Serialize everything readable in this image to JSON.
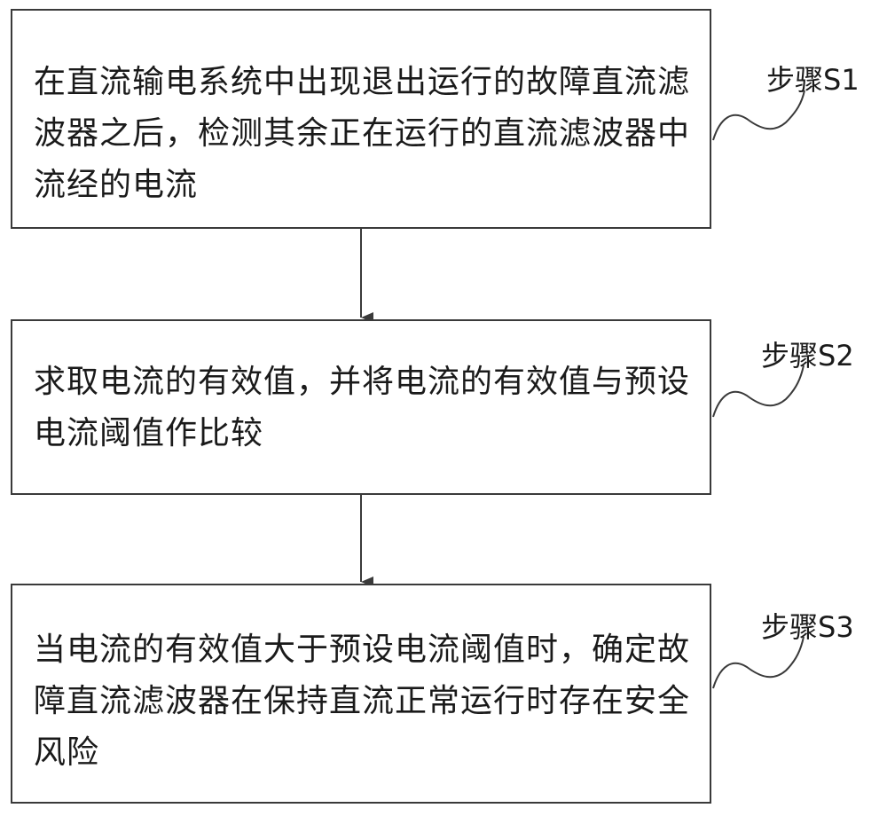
{
  "steps": [
    {
      "label": "步骤S1",
      "text": "在直流输电系统中出现退出运行的故障直流滤波器之后，检测其余正在运行的直流滤波器中流经的电流"
    },
    {
      "label": "步骤S2",
      "text": "求取电流的有效值，并将电流的有效值与预设电流阈值作比较"
    },
    {
      "label": "步骤S3",
      "text": "当电流的有效值大于预设电流阈值时，确定故障直流滤波器在保持直流正常运行时存在安全风险"
    }
  ],
  "colors": {
    "line": "#3a3a3a",
    "text": "#1a1a1a",
    "background": "#ffffff"
  }
}
